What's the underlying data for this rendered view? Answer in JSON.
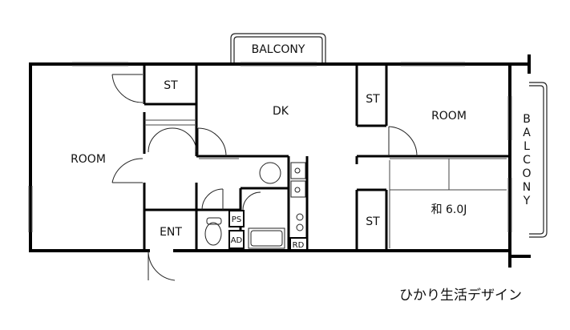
{
  "labels": {
    "balcony_top": "BALCONY",
    "balcony_right": [
      "B",
      "A",
      "L",
      "C",
      "O",
      "N",
      "Y"
    ],
    "room_left": "ROOM",
    "room_right": "ROOM",
    "st_top_left": "ST",
    "st_top_right": "ST",
    "st_bottom_right": "ST",
    "dk": "DK",
    "ent": "ENT",
    "washitsu": "和 6.0J",
    "ps": "PS",
    "ad": "AD",
    "rd": "RD"
  },
  "brand": "ひかり生活デザイン"
}
